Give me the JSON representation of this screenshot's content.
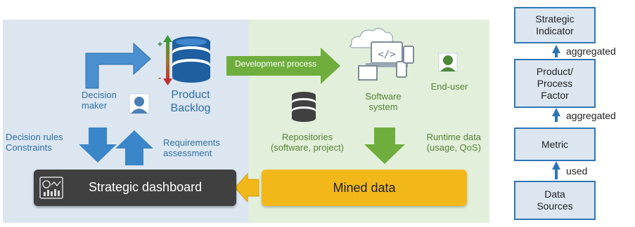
{
  "left": {
    "decision_maker": "Decision\nmaker",
    "product_backlog": "Product\nBacklog",
    "decision_rules": "Decision rules\nConstraints",
    "requirements": "Requirements\nassessment",
    "dashboard": "Strategic dashboard",
    "plus": "+",
    "minus": "-"
  },
  "right": {
    "development_process": "Development process",
    "software_system": "Software\nsystem",
    "end_user": "End-user",
    "repositories": "Repositories\n(software, project)",
    "runtime_data": "Runtime data\n(usage, QoS)",
    "mined_data": "Mined data"
  },
  "hierarchy": {
    "strategic_indicator": "Strategic\nIndicator",
    "product_process_factor": "Product/\nProcess\nFactor",
    "metric": "Metric",
    "data_sources": "Data\nSources",
    "aggregated_1": "aggregated",
    "aggregated_2": "aggregated",
    "used": "used"
  },
  "colors": {
    "blue_panel": "#dce6f1",
    "green_panel": "#e2efda",
    "blue_arrow": "#3a86c8",
    "green_arrow": "#6fae3d",
    "dashboard": "#404040",
    "mined": "#f2b81a"
  }
}
